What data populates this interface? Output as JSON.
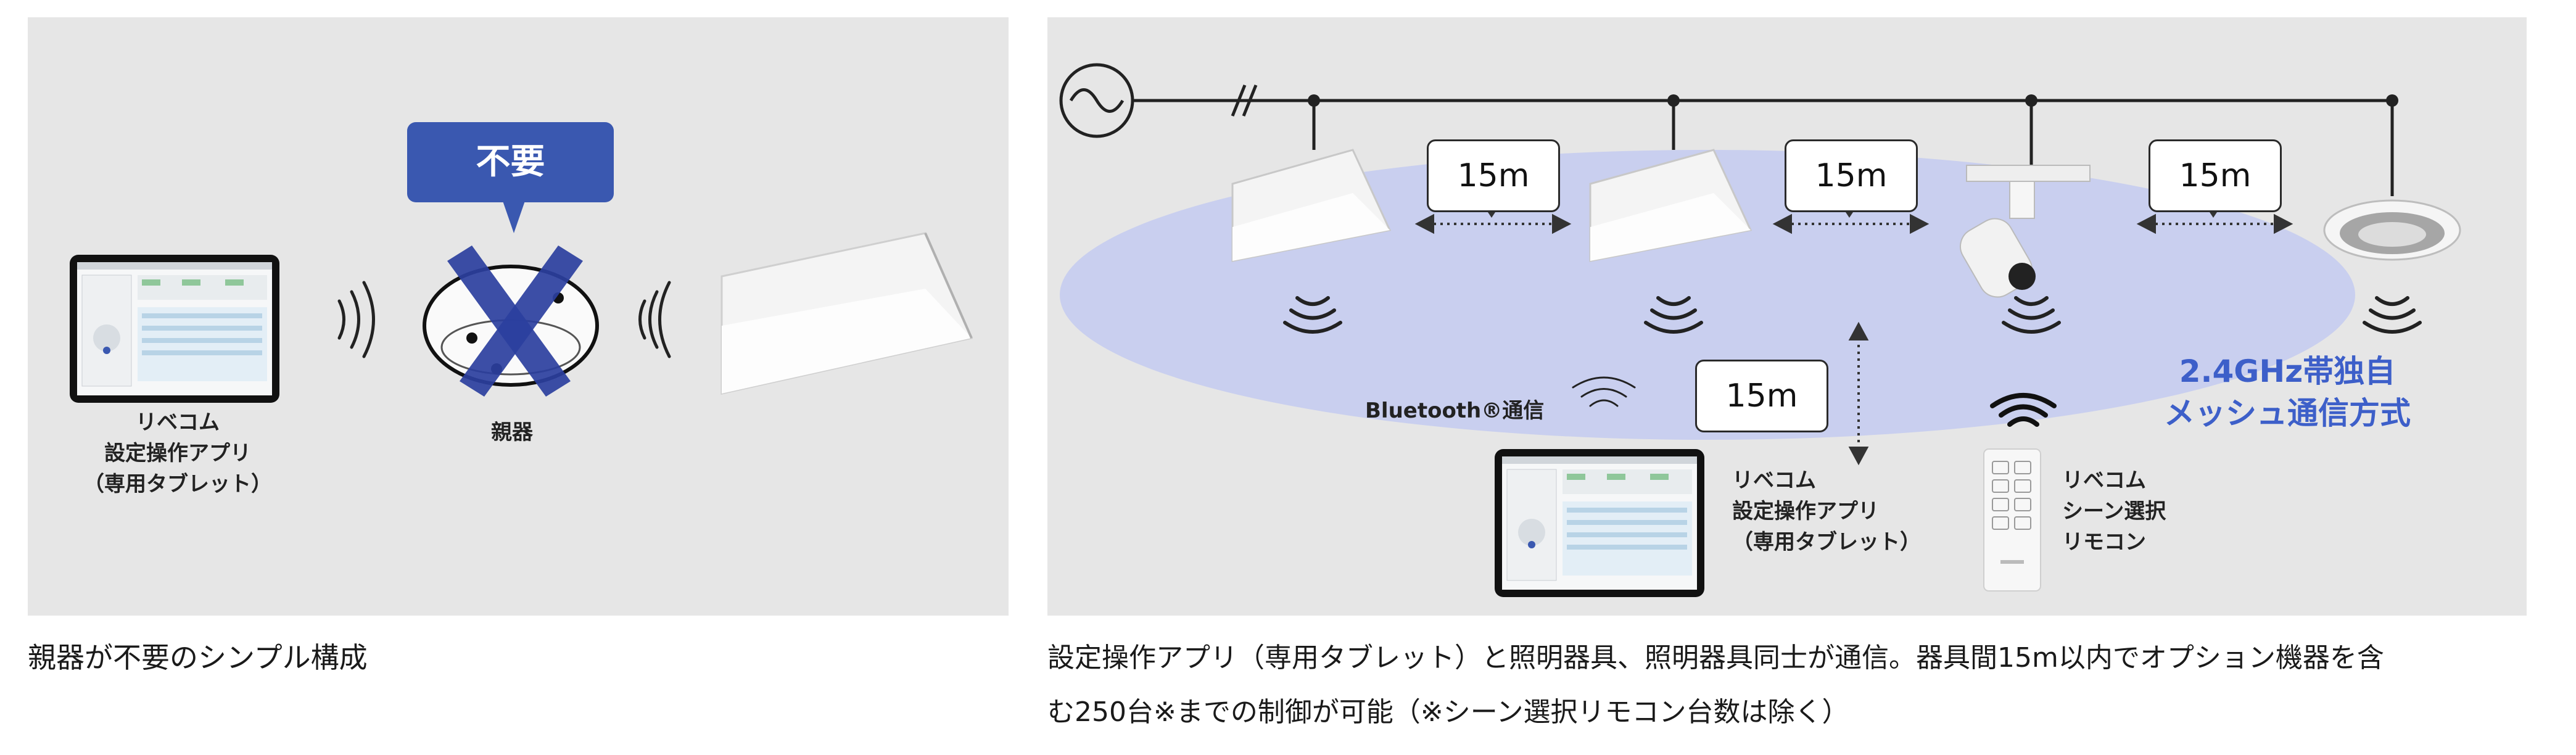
{
  "left_panel": {
    "callout_text": "不要",
    "tablet_label": "リベコム\n設定操作アプリ\n（専用タブレット）",
    "parent_device_label": "親器"
  },
  "right_panel": {
    "distance_labels": [
      "15m",
      "15m",
      "15m",
      "15m"
    ],
    "bluetooth_label": "Bluetooth®通信",
    "mesh_label": "2.4GHz帯独自\nメッシュ通信方式",
    "tablet_label": "リベコム\n設定操作アプリ\n（専用タブレット）",
    "remote_label": "リベコム\nシーン選択\nリモコン"
  },
  "captions": {
    "left": "親器が不要のシンプル構成",
    "right_line1": "設定操作アプリ（専用タブレット）と照明器具、照明器具同士が通信。器具間15m以内でオプション機器を含",
    "right_line2": "む250台※までの制御が可能（※シーン選択リモコン台数は除く）"
  },
  "colors": {
    "panel_bg": "#e6e6e6",
    "callout": "#3a58b0",
    "cross": "#2b3f9e",
    "mesh_ellipse": "#c9cfef",
    "mesh_text": "#3d5fc9"
  }
}
